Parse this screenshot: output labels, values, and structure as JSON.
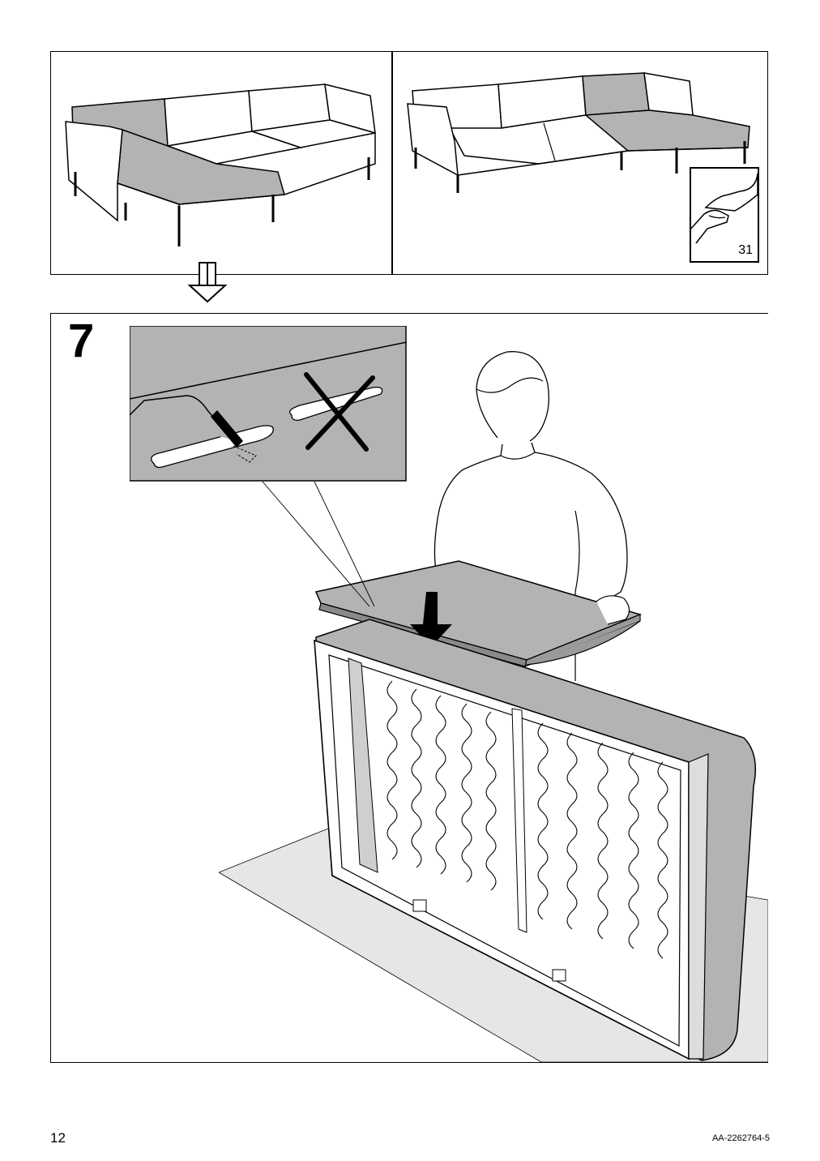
{
  "step": {
    "number": "7"
  },
  "reference": {
    "page_ref": "31"
  },
  "footer": {
    "page_number": "12",
    "doc_code": "AA-2262764-5"
  },
  "colors": {
    "upholstery_grey": "#b3b3b3",
    "detail_bg": "#b3b3b3",
    "line": "#000000"
  },
  "icons": [
    "sofa-left-chaise-illustration",
    "sofa-right-chaise-illustration",
    "page-turn-icon",
    "double-arrow-down-icon",
    "forbidden-x-icon",
    "down-arrow-icon"
  ]
}
